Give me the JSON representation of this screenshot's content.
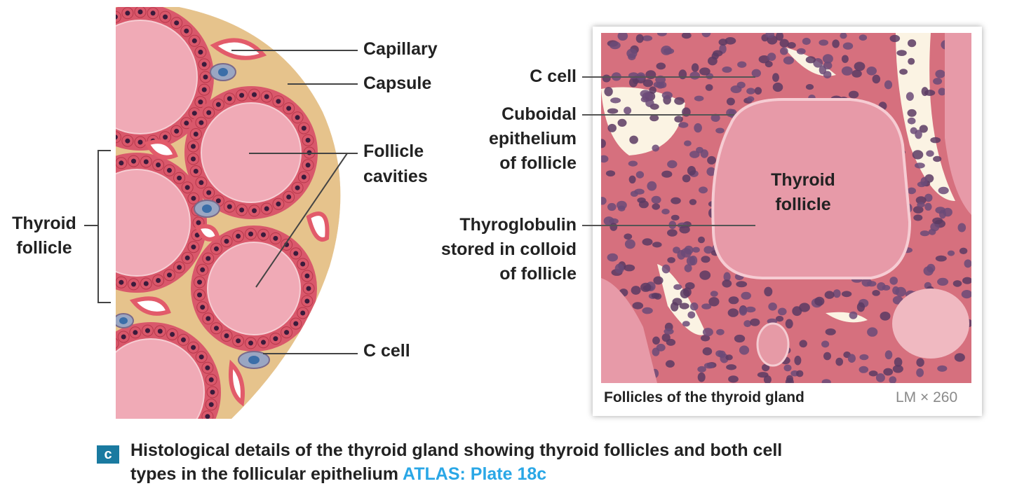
{
  "colors": {
    "colloid": "#f0aab6",
    "epithelium": "#d9586b",
    "nucleus": "#3a1b3c",
    "connective": "#e6c38c",
    "capillary_wall": "#e25b6a",
    "c_cell": "#9aa6c2",
    "c_cell_nucleus": "#3b6ea8",
    "atlas_link": "#2aa7e6",
    "panel_badge": "#1a7aa0"
  },
  "left_labels": {
    "capillary": "Capillary",
    "capsule": "Capsule",
    "follicle_cavities_1": "Follicle",
    "follicle_cavities_2": "cavities",
    "c_cell": "C cell",
    "thyroid_follicle_1": "Thyroid",
    "thyroid_follicle_2": "follicle"
  },
  "right_labels": {
    "c_cell": "C cell",
    "cuboidal_1": "Cuboidal",
    "cuboidal_2": "epithelium",
    "cuboidal_3": "of follicle",
    "thyroglobulin_1": "Thyroglobulin",
    "thyroglobulin_2": "stored in colloid",
    "thyroglobulin_3": "of follicle",
    "thyroid_follicle_1": "Thyroid",
    "thyroid_follicle_2": "follicle"
  },
  "micrograph": {
    "caption": "Follicles of the thyroid gland",
    "magnification": "LM × 260"
  },
  "figure_caption": {
    "panel_letter": "c",
    "line1": "Histological details of the thyroid gland showing thyroid follicles and both cell",
    "line2_text": "types in the follicular epithelium ",
    "atlas_link": "ATLAS:  Plate 18c"
  }
}
